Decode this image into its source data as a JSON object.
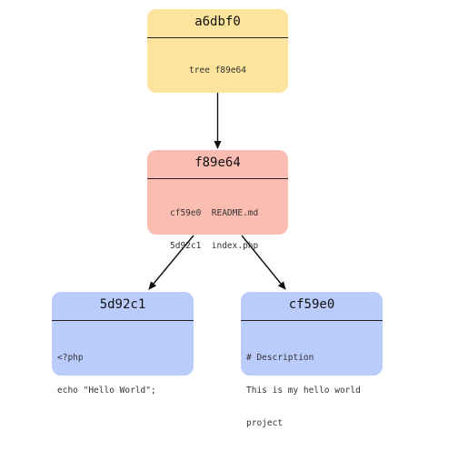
{
  "nodes": {
    "commit": {
      "title": "a6dbf0",
      "lines": [
        "tree f89e64"
      ]
    },
    "tree": {
      "title": "f89e64",
      "lines": [
        "cf59e0  README.md",
        "5d92c1  index.php"
      ]
    },
    "blob_php": {
      "title": "5d92c1",
      "lines": [
        "<?php",
        "echo \"Hello World\";"
      ]
    },
    "blob_md": {
      "title": "cf59e0",
      "lines": [
        "# Description",
        "This is my hello world",
        "project"
      ]
    }
  },
  "colors": {
    "commit": "#fde49c",
    "tree": "#fbbdb1",
    "blob": "#b9ccfb",
    "edge": "#111111"
  }
}
